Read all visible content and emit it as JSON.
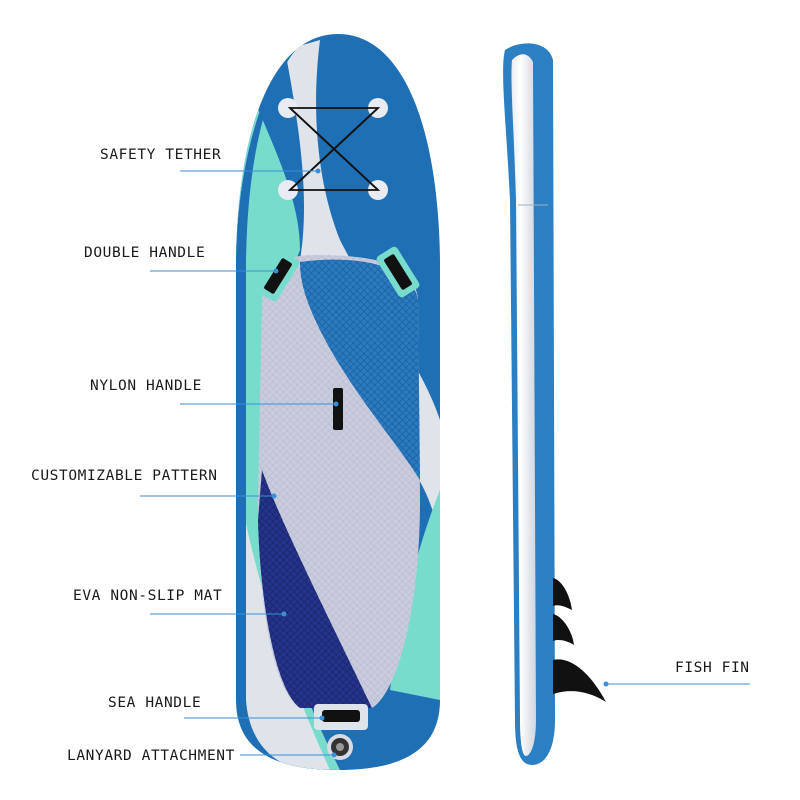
{
  "colors": {
    "board_blue": "#1f6fb5",
    "board_dark_blue": "#1a5aa0",
    "navy": "#1e2d7a",
    "mint": "#78dccd",
    "light_gray": "#d9dde6",
    "deck_pad": "#c9ccdd",
    "leader_line": "#3a8fd6"
  },
  "callouts": [
    {
      "key": "safety_tether",
      "label": "SAFETY TETHER"
    },
    {
      "key": "double_handle",
      "label": "DOUBLE HANDLE"
    },
    {
      "key": "nylon_handle",
      "label": "NYLON HANDLE"
    },
    {
      "key": "customizable_pattern",
      "label": "CUSTOMIZABLE PATTERN"
    },
    {
      "key": "eva_mat",
      "label": "EVA NON-SLIP MAT"
    },
    {
      "key": "sea_handle",
      "label": "SEA HANDLE"
    },
    {
      "key": "lanyard_attachment",
      "label": "LANYARD ATTACHMENT"
    },
    {
      "key": "fish_fin",
      "label": "FISH FIN"
    }
  ]
}
